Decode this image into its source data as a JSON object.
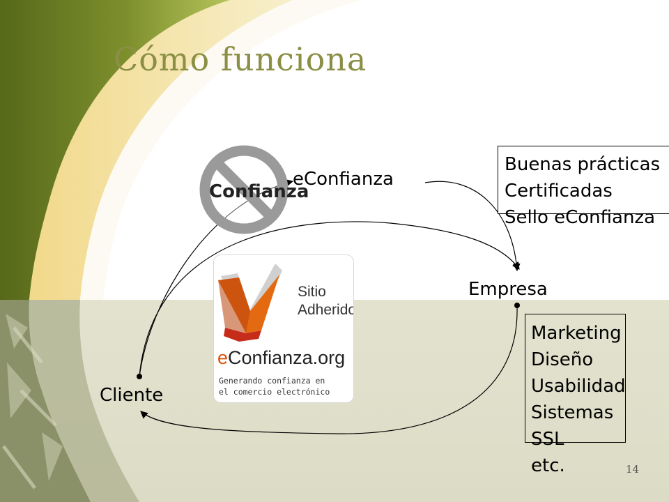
{
  "slide": {
    "title": "Cómo funciona",
    "page_number": "14"
  },
  "diagram": {
    "confianza_crossed": "Confianza",
    "econfianza": "eConfianza",
    "empresa": "Empresa",
    "cliente": "Cliente",
    "top_box": [
      "Buenas prácticas",
      "Certificadas",
      "Sello eConfianza"
    ],
    "bottom_box": [
      "Marketing",
      "Diseño",
      "Usabilidad",
      "Sistemas",
      "SSL",
      "etc."
    ]
  },
  "logo": {
    "line1": "Sitio",
    "line2": "Adherido",
    "domain_prefix": "e",
    "domain_rest": "Confianza.org",
    "tagline1": "Generando confianza en",
    "tagline2": "el comercio electrónico"
  },
  "colors": {
    "title": "#8b8f45",
    "band_green_dark": "#6b7d1f",
    "band_green_light": "#b8c257",
    "band_yellow": "#f1e3a3",
    "lower_band": "#e1e1cd",
    "logo_orange": "#e46a12"
  },
  "icons": {
    "prohibition": "no-sign-icon",
    "logo_check": "checkmark-logo-icon"
  }
}
